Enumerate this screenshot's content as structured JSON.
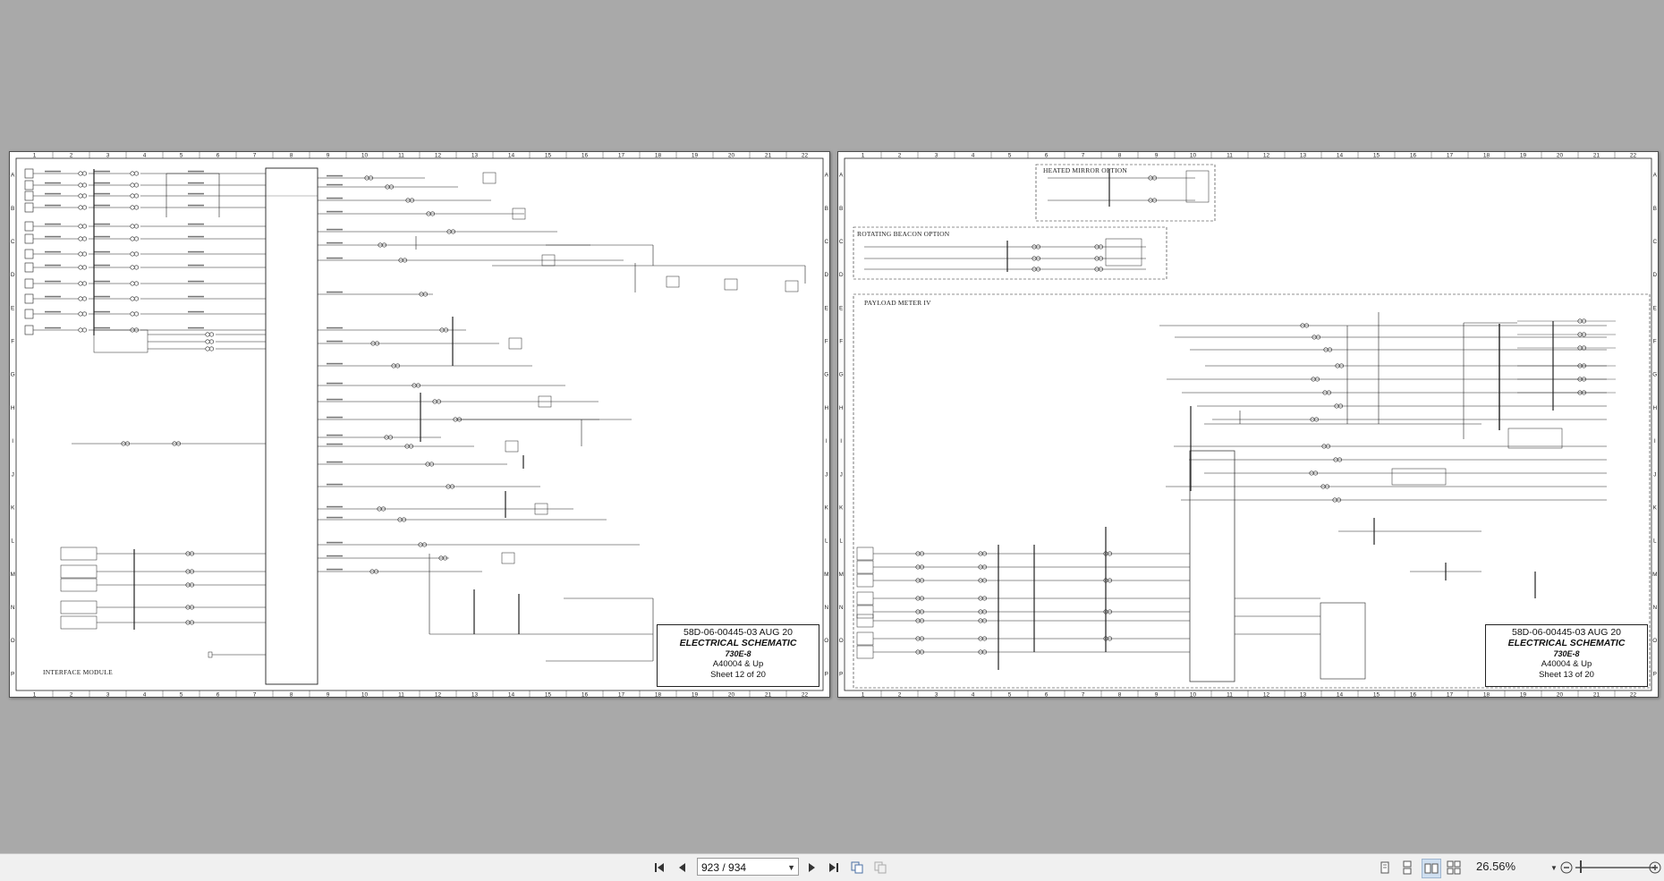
{
  "viewer": {
    "pages": [
      {
        "column_numbers": [
          "1",
          "2",
          "3",
          "4",
          "5",
          "6",
          "7",
          "8",
          "9",
          "10",
          "11",
          "12",
          "13",
          "14",
          "15",
          "16",
          "17",
          "18",
          "19",
          "20",
          "21",
          "22"
        ],
        "row_letters": [
          "A",
          "B",
          "C",
          "D",
          "E",
          "F",
          "G",
          "H",
          "I",
          "J",
          "K",
          "L",
          "M",
          "N",
          "O",
          "P"
        ],
        "labels": {
          "interface_module": "INTERFACE MODULE"
        },
        "title_block": {
          "doc_number": "58D-06-00445-03   AUG 20",
          "title": "ELECTRICAL SCHEMATIC",
          "model": "730E-8",
          "serial": "A40004 & Up",
          "sheet": "Sheet 12 of 20"
        }
      },
      {
        "column_numbers": [
          "1",
          "2",
          "3",
          "4",
          "5",
          "6",
          "7",
          "8",
          "9",
          "10",
          "11",
          "12",
          "13",
          "14",
          "15",
          "16",
          "17",
          "18",
          "19",
          "20",
          "21",
          "22"
        ],
        "row_letters": [
          "A",
          "B",
          "C",
          "D",
          "E",
          "F",
          "G",
          "H",
          "I",
          "J",
          "K",
          "L",
          "M",
          "N",
          "O",
          "P"
        ],
        "labels": {
          "heated_mirror": "HEATED MIRROR OPTION",
          "rotating_beacon": "ROTATING BEACON OPTION",
          "payload_meter": "PAYLOAD METER IV"
        },
        "title_block": {
          "doc_number": "58D-06-00445-03   AUG 20",
          "title": "ELECTRICAL SCHEMATIC",
          "model": "730E-8",
          "serial": "A40004 & Up",
          "sheet": "Sheet 13 of 20"
        }
      }
    ]
  },
  "toolbar": {
    "page_indicator": "923 / 934",
    "zoom": "26.56%",
    "icons": [
      "first-page-icon",
      "prev-page-icon",
      "next-page-icon",
      "last-page-icon",
      "copy-icon",
      "paste-icon",
      "single-page-view-icon",
      "continuous-view-icon",
      "two-page-view-icon",
      "two-page-continuous-view-icon",
      "zoom-out-icon",
      "zoom-in-icon"
    ]
  }
}
